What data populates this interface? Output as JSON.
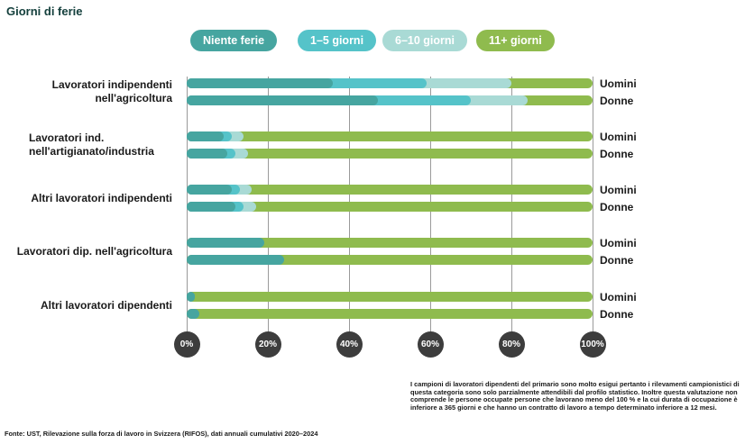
{
  "page": {
    "footnote": "I campioni di lavoratori dipendenti del primario sono molto esigui pertanto i rilevamenti campionistici di questa categoria sono solo parzialmente attendibili dal profilo statistico. Inoltre questa valutazione non comprende le persone occupate persone che lavorano meno del 100 % e la cui durata di occupazione è inferiore a 365 giorni e che hanno un contratto di lavoro a tempo determinato inferiore a 12 mesi.",
    "source": "Fonte: UST, Rilevazione sulla forza di lavoro in Svizzera (RIFOS), dati annuali cumulativi 2020–2024"
  },
  "chart_data": {
    "type": "bar",
    "orientation": "horizontal",
    "stacked": true,
    "title": "Giorni di ferie",
    "legend": [
      "Niente ferie",
      "1–5 giorni",
      "6–10 giorni",
      "11+ giorni"
    ],
    "colors": [
      "#46a5a0",
      "#55c3c9",
      "#a9dad5",
      "#8fbb4e"
    ],
    "axis_circle_color": "#3d3d3d",
    "gridline_color": "#9a9a9a",
    "x_ticks": [
      "0%",
      "20%",
      "40%",
      "60%",
      "80%",
      "100%"
    ],
    "x_range": [
      0,
      100
    ],
    "grid": true,
    "legend_position": "top",
    "groups": [
      {
        "label_lines": [
          "Lavoratori indipendenti",
          "nell'agricoltura"
        ],
        "rows": [
          {
            "sex": "Uomini",
            "values": [
              36,
              23,
              21,
              20
            ]
          },
          {
            "sex": "Donne",
            "values": [
              47,
              23,
              14,
              16
            ]
          }
        ]
      },
      {
        "label_lines": [
          "Lavoratori ind.",
          "nell'artigianato/industria"
        ],
        "rows": [
          {
            "sex": "Uomini",
            "values": [
              9,
              2,
              3,
              86
            ]
          },
          {
            "sex": "Donne",
            "values": [
              10,
              2,
              3,
              85
            ]
          }
        ]
      },
      {
        "label_lines": [
          "Altri lavoratori indipendenti"
        ],
        "rows": [
          {
            "sex": "Uomini",
            "values": [
              11,
              2,
              3,
              84
            ]
          },
          {
            "sex": "Donne",
            "values": [
              12,
              2,
              3,
              83
            ]
          }
        ]
      },
      {
        "label_lines": [
          "Lavoratori dip. nell'agricoltura"
        ],
        "rows": [
          {
            "sex": "Uomini",
            "values": [
              19,
              0,
              0,
              81
            ]
          },
          {
            "sex": "Donne",
            "values": [
              24,
              0,
              0,
              76
            ]
          }
        ]
      },
      {
        "label_lines": [
          "Altri lavoratori dipendenti"
        ],
        "rows": [
          {
            "sex": "Uomini",
            "values": [
              2,
              0,
              0,
              98
            ]
          },
          {
            "sex": "Donne",
            "values": [
              3,
              0,
              0,
              97
            ]
          }
        ]
      }
    ]
  }
}
